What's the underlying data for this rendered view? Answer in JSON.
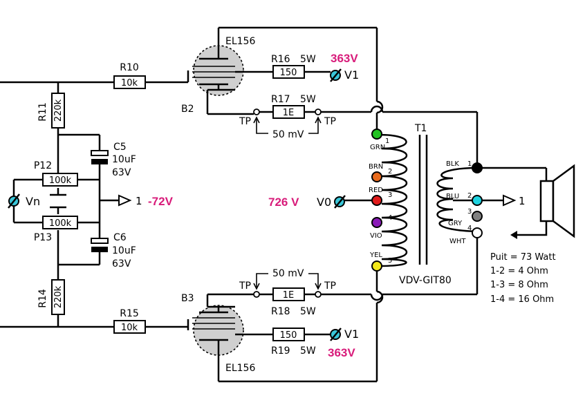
{
  "tubes": {
    "top": "EL156",
    "bottom": "EL156",
    "top_ref": "B2",
    "bottom_ref": "B3"
  },
  "resistors": {
    "r10": {
      "ref": "R10",
      "value": "10k"
    },
    "r11": {
      "ref": "R11",
      "value": "220k"
    },
    "r14": {
      "ref": "R14",
      "value": "220k"
    },
    "r15": {
      "ref": "R15",
      "value": "10k"
    },
    "r16": {
      "ref": "R16",
      "value": "150",
      "power": "5W"
    },
    "r17": {
      "ref": "R17",
      "value": "1E",
      "power": "5W"
    },
    "r18": {
      "ref": "R18",
      "value": "1E",
      "power": "5W"
    },
    "r19": {
      "ref": "R19",
      "value": "150",
      "power": "5W"
    },
    "p12": {
      "ref": "P12",
      "value": "100k"
    },
    "p13": {
      "ref": "P13",
      "value": "100k"
    }
  },
  "capacitors": {
    "c5": {
      "ref": "C5",
      "value": "10uF",
      "voltage": "63V"
    },
    "c6": {
      "ref": "C6",
      "value": "10uF",
      "voltage": "63V"
    }
  },
  "voltages": {
    "v1_top": "363V",
    "v1_bottom": "363V",
    "bias": "-72V",
    "v0": "726 V"
  },
  "nodes": {
    "v1": "V1",
    "vn": "Vn",
    "v0": "V0",
    "one": "1",
    "tp": "TP",
    "mv": "50 mV"
  },
  "transformer": {
    "ref": "T1",
    "model": "VDV-GIT80",
    "primary": [
      {
        "label": "GRN",
        "pin": "1",
        "color": "#22c322"
      },
      {
        "label": "BRN",
        "pin": "2",
        "color": "#e86a1c"
      },
      {
        "label": "RED",
        "pin": "3",
        "color": "#e01b1b"
      },
      {
        "label": "VIO",
        "pin": "4",
        "color": "#8a1ab8"
      },
      {
        "label": "YEL",
        "pin": "5",
        "color": "#f2e81a"
      }
    ],
    "secondary": [
      {
        "label": "BLK",
        "pin": "1",
        "color": "#000000"
      },
      {
        "label": "BLU",
        "pin": "2",
        "color": "#1fd3e0"
      },
      {
        "label": "GRY",
        "pin": "3",
        "color": "#808080"
      },
      {
        "label": "WHT",
        "pin": "4",
        "color": "#ffffff"
      }
    ]
  },
  "notes": [
    "Puit = 73 Watt",
    "1-2 = 4  Ohm",
    "1-3 = 8  Ohm",
    "1-4 = 16 Ohm"
  ],
  "colors": {
    "voltage_text": "#d81b7a",
    "tube_fill": "#cfcfcf",
    "probe_fill": "#39c6d8"
  }
}
